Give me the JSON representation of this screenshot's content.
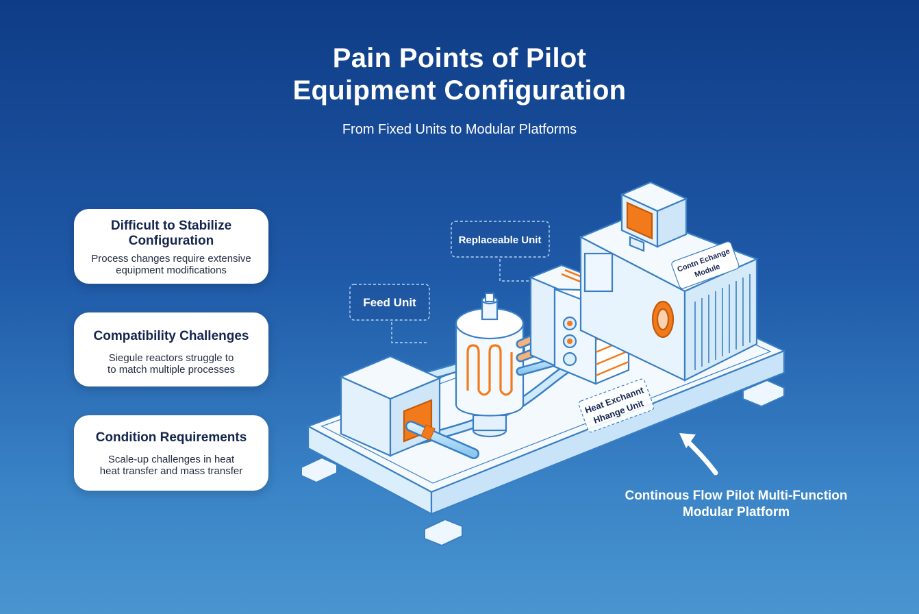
{
  "title_line1": "Pain Points of Pilot",
  "title_line2": "Equipment Configuration",
  "subtitle": "From Fixed Units to Modular Platforms",
  "cards": [
    {
      "title_line1": "Difficult to Stabilize",
      "title_line2": "Configuration",
      "text_line1": "Process changes require extensive",
      "text_line2": "equipment modifications"
    },
    {
      "title_line1": "Compatibility Challenges",
      "title_line2": "",
      "text_line1": "Siegule reactors struggle to",
      "text_line2": "to match multiple processes"
    },
    {
      "title_line1": "Condition Requirements",
      "title_line2": "",
      "text_line1": "Scale-up challenges in heat",
      "text_line2": "heat transfer and mass transfer"
    }
  ],
  "diagram_labels": {
    "replaceable_unit": "Replaceable Unit",
    "feed_unit": "Feed Unit",
    "module_line1": "Contn Echange",
    "module_line2": "Module",
    "heat_line1": "Heat Exchannt",
    "heat_line2": "Hhange Unit"
  },
  "caption_line1": "Continous Flow Pilot Multi-Function",
  "caption_line2": "Modular Platform",
  "colors": {
    "accent": "#f27a1a",
    "outline": "#3a7fc4",
    "body_fill": "#f4f9fe"
  }
}
